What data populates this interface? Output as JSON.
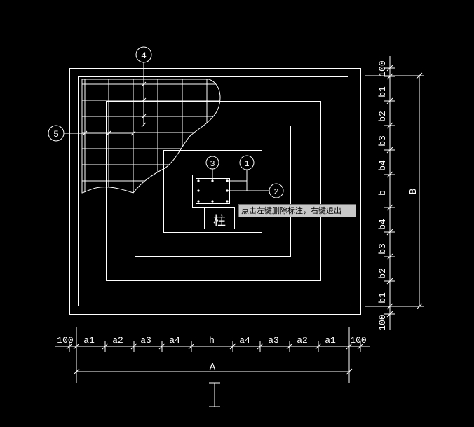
{
  "tooltip": {
    "text": "点击左键删除标注，右键退出"
  },
  "callouts": {
    "c1": "1",
    "c2": "2",
    "c3": "3",
    "c4": "4",
    "c5": "5"
  },
  "column_label": "柱",
  "bottom_dims": {
    "d0": "100",
    "d1": "a1",
    "d2": "a2",
    "d3": "a3",
    "d4": "a4",
    "d5": "h",
    "d6": "a4",
    "d7": "a3",
    "d8": "a2",
    "d9": "a1",
    "d10": "100",
    "total": "A"
  },
  "right_dims": {
    "d0": "100",
    "d1": "b1",
    "d2": "b2",
    "d3": "b3",
    "d4": "b4",
    "d5": "b",
    "d6": "b4",
    "d7": "b3",
    "d8": "b2",
    "d9": "b1",
    "d10": "100",
    "total": "B"
  },
  "colors": {
    "line": "#ffffff",
    "background": "#000000",
    "tooltip_bg": "#c8c8c8"
  },
  "icons": {
    "cursor": "i-beam-cursor-icon"
  }
}
